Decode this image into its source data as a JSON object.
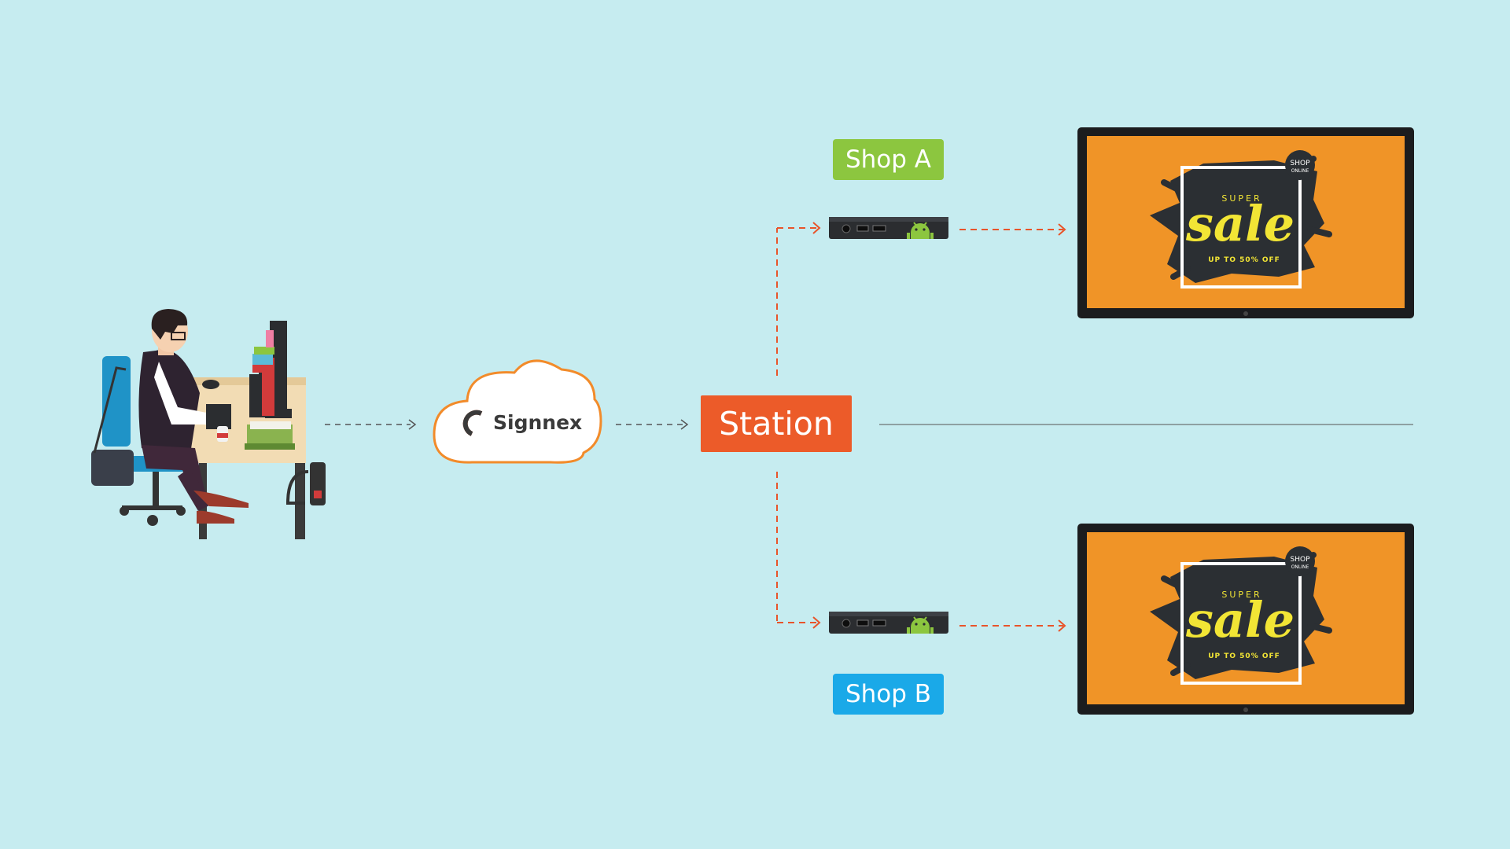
{
  "colors": {
    "background": "#c6ecf0",
    "arrow_dashed": "#e8542a",
    "arrow_plain": "#555555",
    "shop_a": "#8cc63f",
    "shop_b": "#1aa9e8",
    "station": "#ec5b29",
    "cloud_stroke": "#f28b2a",
    "screen_bg": "#f09427",
    "sale_text": "#f2e535"
  },
  "cloud": {
    "brand": "Signnex",
    "logo_icon": "signnex-logo-icon"
  },
  "station": {
    "label": "Station"
  },
  "shops": [
    {
      "label": "Shop A"
    },
    {
      "label": "Shop B"
    }
  ],
  "screen_ad": {
    "super": "SUPER",
    "sale": "sale",
    "discount": "UP TO 50% OFF",
    "badge_top": "SHOP",
    "badge_bottom": "ONLINE"
  },
  "icons": {
    "operator": "operator-at-desk-icon",
    "media_player": "android-media-player-icon",
    "display": "digital-signage-display-icon"
  }
}
